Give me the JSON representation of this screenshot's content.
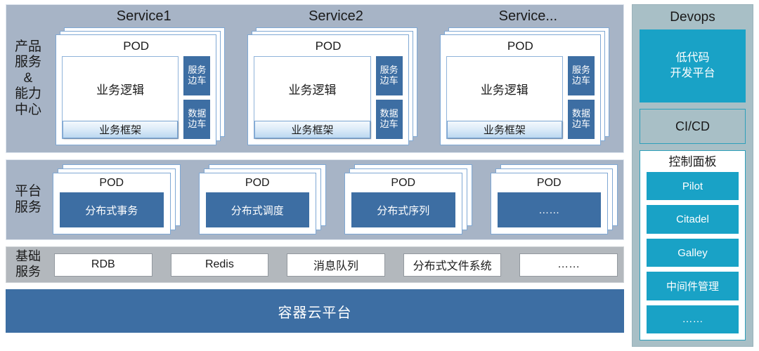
{
  "rows": {
    "product": {
      "label_lines": [
        "产品",
        "服务",
        "&",
        "能力",
        "中心"
      ],
      "services": [
        {
          "title": "Service1",
          "pod_title": "POD",
          "biz_logic": "业务逻辑",
          "biz_frame": "业务框架",
          "sidecars": [
            {
              "line1": "服务",
              "line2": "边车"
            },
            {
              "line1": "数据",
              "line2": "边车"
            }
          ]
        },
        {
          "title": "Service2",
          "pod_title": "POD",
          "biz_logic": "业务逻辑",
          "biz_frame": "业务框架",
          "sidecars": [
            {
              "line1": "服务",
              "line2": "边车"
            },
            {
              "line1": "数据",
              "line2": "边车"
            }
          ]
        },
        {
          "title": "Service...",
          "pod_title": "POD",
          "biz_logic": "业务逻辑",
          "biz_frame": "业务框架",
          "sidecars": [
            {
              "line1": "服务",
              "line2": "边车"
            },
            {
              "line1": "数据",
              "line2": "边车"
            }
          ]
        }
      ]
    },
    "platform": {
      "label_lines": [
        "平台",
        "服务"
      ],
      "pods": [
        {
          "pod_title": "POD",
          "chip": "分布式事务"
        },
        {
          "pod_title": "POD",
          "chip": "分布式调度"
        },
        {
          "pod_title": "POD",
          "chip": "分布式序列"
        },
        {
          "pod_title": "POD",
          "chip": "……"
        }
      ]
    },
    "basic": {
      "label_lines": [
        "基础",
        "服务"
      ],
      "items": [
        "RDB",
        "Redis",
        "消息队列",
        "分布式文件系统",
        "……"
      ]
    },
    "container": {
      "label": "容器云平台"
    }
  },
  "devops": {
    "title": "Devops",
    "lowcode": {
      "line1": "低代码",
      "line2": "开发平台"
    },
    "cicd": "CI/CD",
    "panel": {
      "title": "控制面板",
      "items": [
        "Pilot",
        "Citadel",
        "Galley",
        "中间件管理",
        "……"
      ]
    }
  },
  "colors": {
    "band_blue_gray": "#a7b4c6",
    "band_gray": "#b3b8bd",
    "steel_blue": "#3d6ea3",
    "teal": "#19a2c6",
    "devops_panel": "#a8bfc6",
    "card_border": "#7fa8d4"
  }
}
